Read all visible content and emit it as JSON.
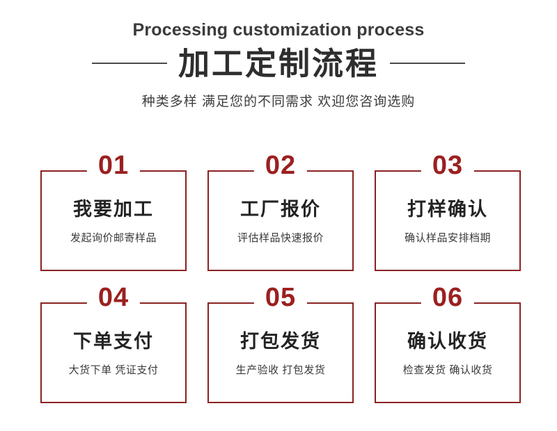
{
  "header": {
    "title_en": "Processing customization process",
    "title_cn": "加工定制流程",
    "subtitle": "种类多样 满足您的不同需求 欢迎您咨询选购"
  },
  "colors": {
    "accent": "#9b2020",
    "border": "#8a2222",
    "text_dark": "#2e2e2e"
  },
  "steps": [
    {
      "num": "01",
      "title": "我要加工",
      "desc": "发起询价邮寄样品"
    },
    {
      "num": "02",
      "title": "工厂报价",
      "desc": "评估样品快速报价"
    },
    {
      "num": "03",
      "title": "打样确认",
      "desc": "确认样品安排档期"
    },
    {
      "num": "04",
      "title": "下单支付",
      "desc": "大货下单 凭证支付"
    },
    {
      "num": "05",
      "title": "打包发货",
      "desc": "生产验收 打包发货"
    },
    {
      "num": "06",
      "title": "确认收货",
      "desc": "检查发货 确认收货"
    }
  ]
}
